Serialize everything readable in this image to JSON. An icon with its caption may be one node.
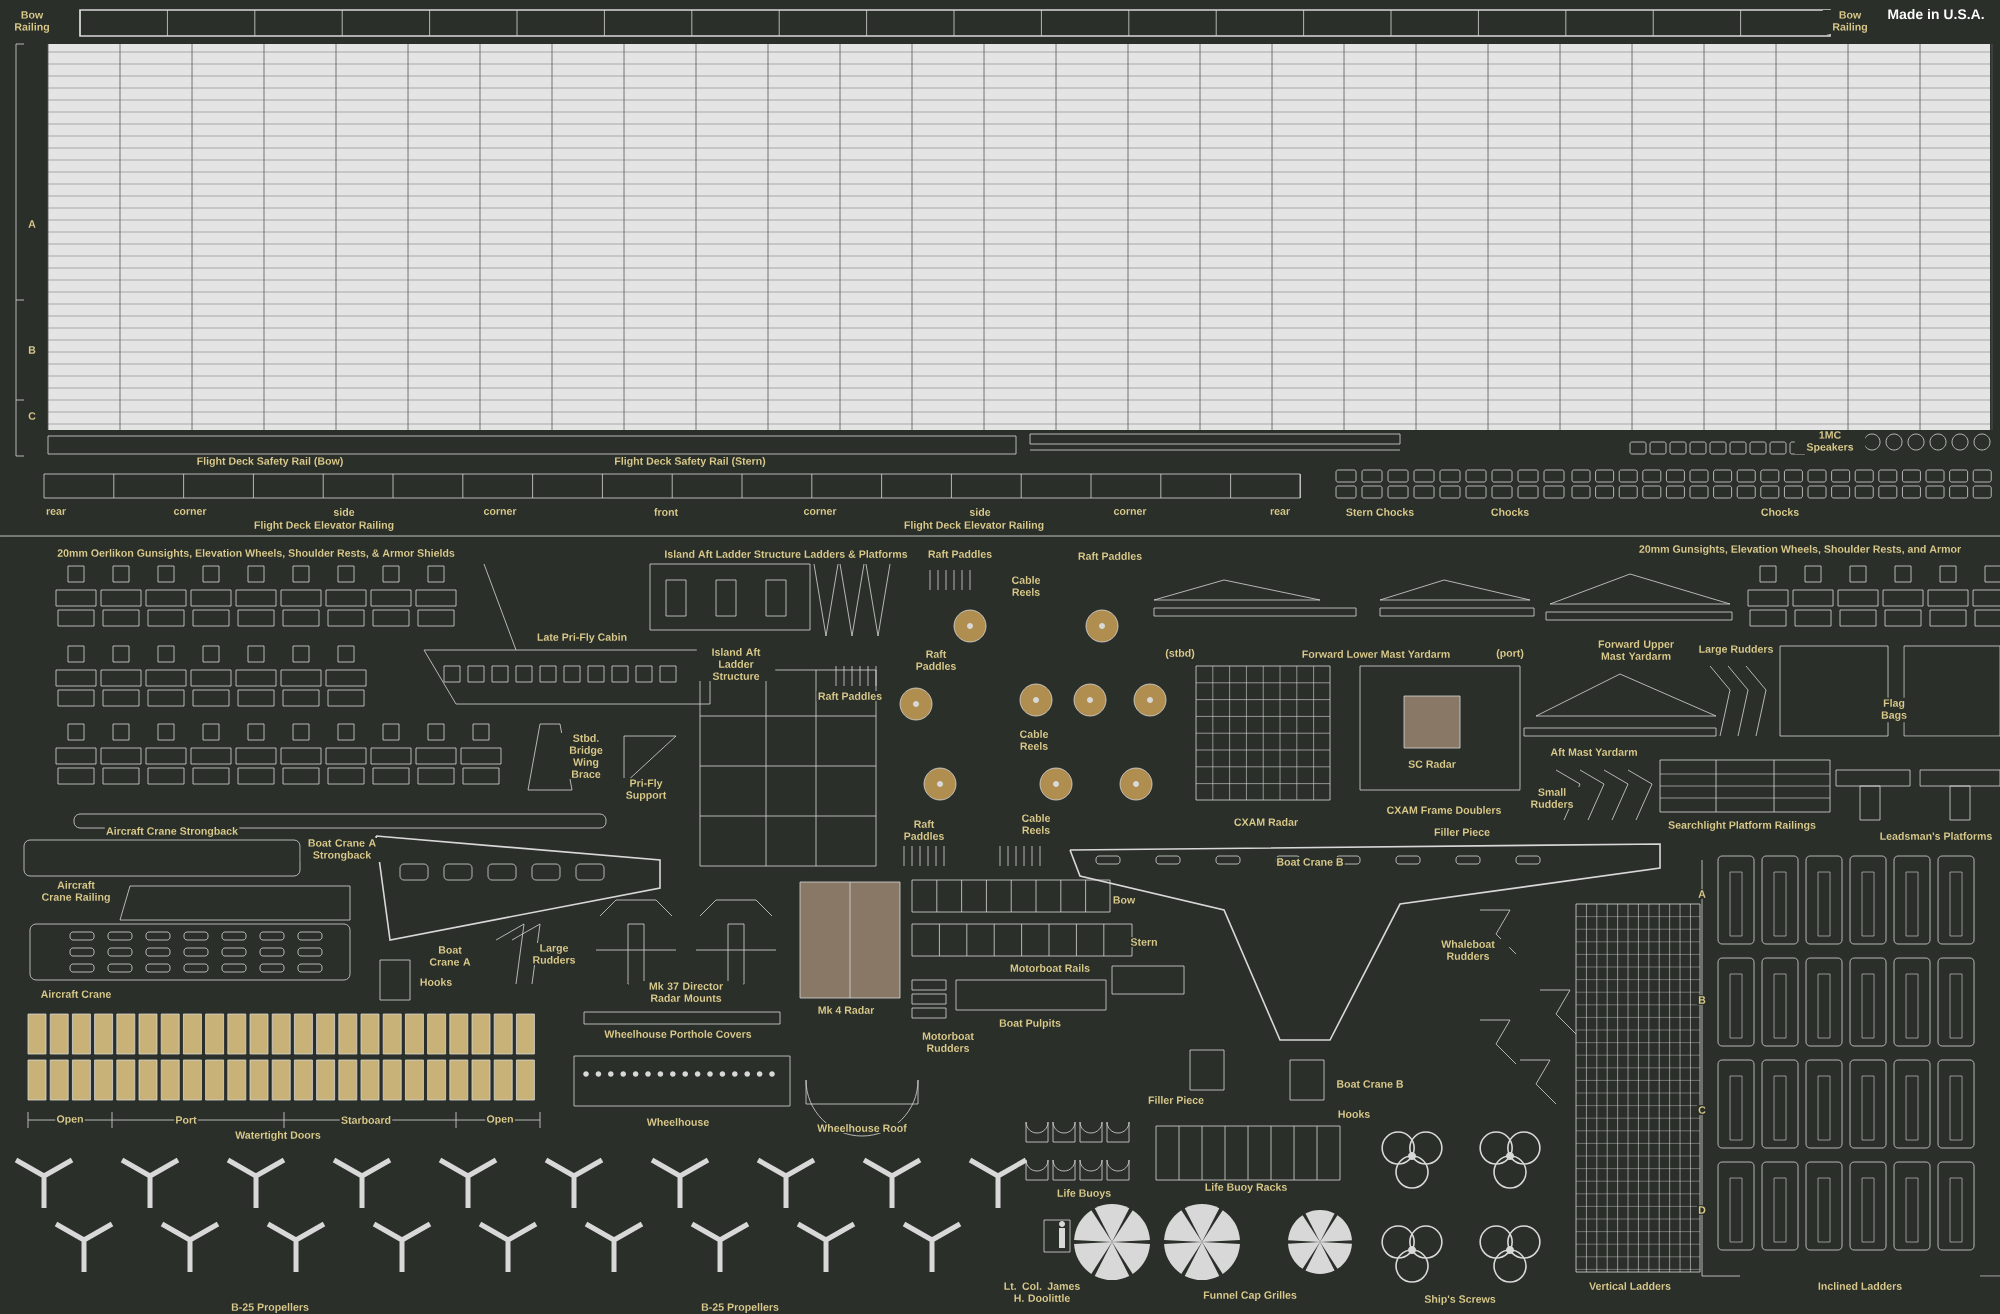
{
  "diagram": {
    "labels": [
      "Bow Railing",
      "Bow Railing",
      "Made in U.S.A.",
      "A",
      "B",
      "C",
      "Flight Deck Safety Rail (Bow)",
      "Flight Deck Safety Rail (Stern)",
      "1MC Speakers",
      "rear",
      "corner",
      "side",
      "corner",
      "front",
      "corner",
      "side",
      "corner",
      "rear",
      "Flight Deck Elevator Railing",
      "Flight Deck Elevator Railing",
      "Stern Chocks",
      "Chocks",
      "Chocks",
      "20mm Oerlikon Gunsights, Elevation Wheels, Shoulder Rests, & Armor Shields",
      "Island Aft Ladder Structure Ladders & Platforms",
      "Raft Paddles",
      "Raft Paddles",
      "20mm Gunsights, Elevation Wheels, Shoulder Rests, and Armor",
      "Cable Reels",
      "Late Pri-Fly Cabin",
      "Island Aft Ladder Structure",
      "Raft Paddles",
      "Raft Paddles",
      "(stbd)",
      "Forward Lower Mast Yardarm",
      "(port)",
      "Forward Upper Mast Yardarm",
      "Large Rudders",
      "Cable Reels",
      "Flag Bags",
      "SC Radar",
      "Stbd. Bridge Wing Brace",
      "Pri-Fly Support",
      "Aft Mast Yardarm",
      "Aircraft Crane Strongback",
      "Raft Paddles",
      "Cable Reels",
      "CXAM Radar",
      "CXAM Frame Doublers",
      "Filler Piece",
      "Small Rudders",
      "Searchlight Platform Railings",
      "Leadsman's Platforms",
      "Boat Crane A Strongback",
      "Boat Crane B",
      "Aircraft Crane Railing",
      "Bow",
      "Boat Crane A",
      "Large Rudders",
      "Stern",
      "Whaleboat Rudders",
      "Motorboat Rails",
      "Hooks",
      "Mk 37 Director Radar Mounts",
      "Aircraft Crane",
      "Mk 4 Radar",
      "Boat Pulpits",
      "Wheelhouse Porthole Covers",
      "Motorboat Rudders",
      "A",
      "B",
      "C",
      "D",
      "Filler Piece",
      "Boat Crane B",
      "Open",
      "Port",
      "Starboard",
      "Open",
      "Watertight Doors",
      "Wheelhouse",
      "Wheelhouse Roof",
      "Hooks",
      "Life Buoys",
      "Life Buoy Racks",
      "Lt. Col. James H. Doolittle",
      "Funnel Cap Grilles",
      "Ship's Screws",
      "Vertical Ladders",
      "Inclined Ladders",
      "B-25 Propellers",
      "B-25 Propellers"
    ]
  }
}
